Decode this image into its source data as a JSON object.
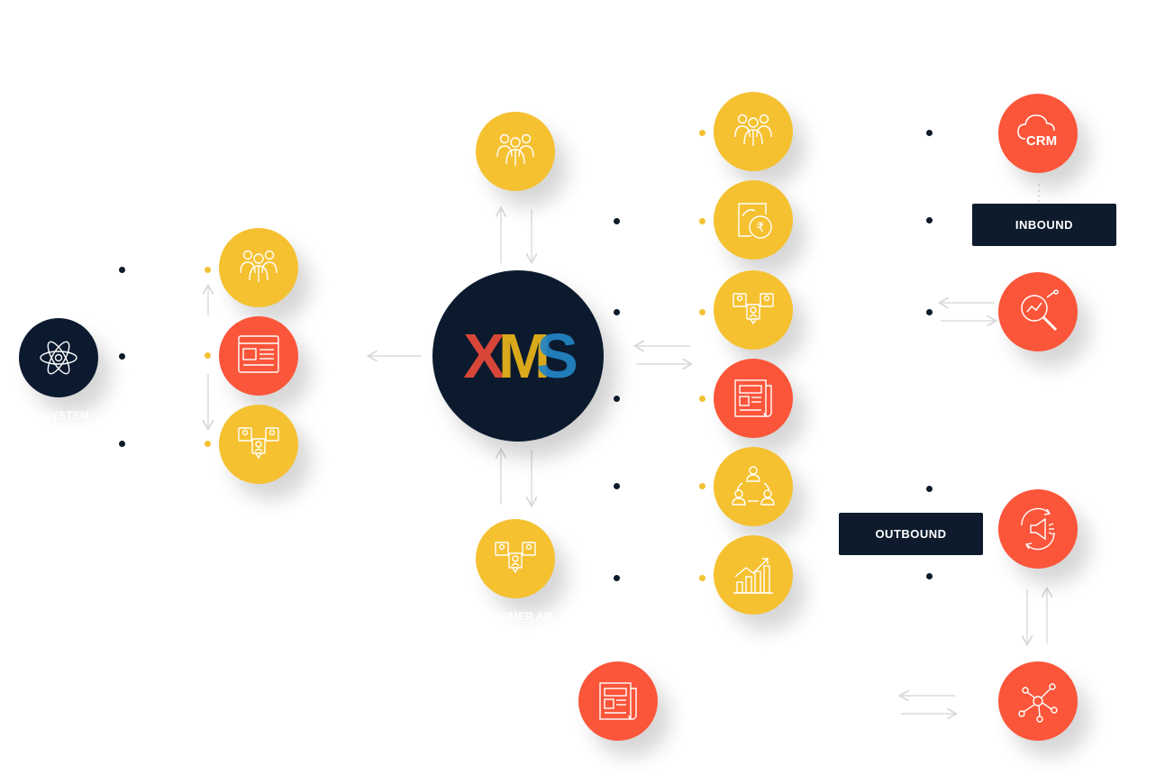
{
  "center": {
    "letters": [
      "X",
      "M",
      "S"
    ]
  },
  "labels": {
    "ecosystem": "ECOSYSTEM",
    "customer": "CUSTOMER AP"
  },
  "boxes": {
    "inbound": "INBOUND",
    "outbound": "OUTBOUND"
  },
  "icons": {
    "crm_text": "CRM",
    "rupee": "₹"
  },
  "colors": {
    "yellow": "#f5c131",
    "red": "#fb553a",
    "navy": "#0b1a2e",
    "x": "#d8463a",
    "m": "#d9a91b",
    "s": "#2386c6"
  }
}
